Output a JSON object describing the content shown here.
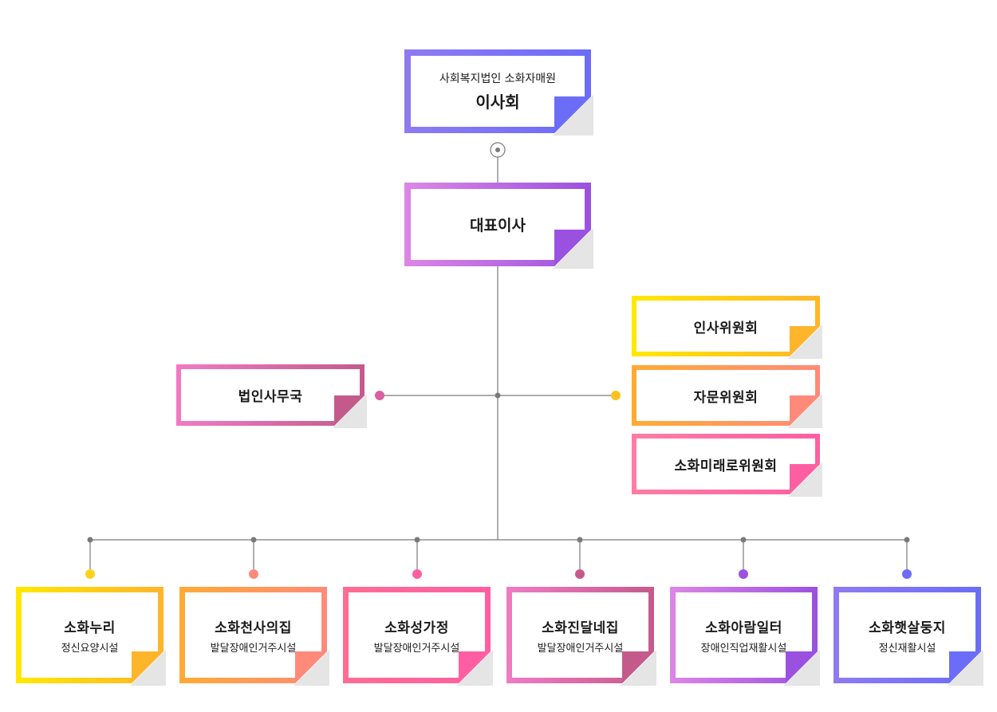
{
  "board": {
    "subtitle": "사회복지법인 소화자매원",
    "title": "이사회"
  },
  "ceo": {
    "title": "대표이사"
  },
  "office": {
    "title": "법인사무국"
  },
  "committees": [
    {
      "title": "인사위원회"
    },
    {
      "title": "자문위원회"
    },
    {
      "title": "소화미래로위원회"
    }
  ],
  "facilities": [
    {
      "name": "소화누리",
      "type": "정신요양시설"
    },
    {
      "name": "소화천사의집",
      "type": "발달장애인거주시설"
    },
    {
      "name": "소화성가정",
      "type": "발달장애인거주시설"
    },
    {
      "name": "소화진달네집",
      "type": "발달장애인거주시설"
    },
    {
      "name": "소화아람일터",
      "type": "장애인직업재활시설"
    },
    {
      "name": "소화햇살둥지",
      "type": "정신재활시설"
    }
  ],
  "colors": {
    "board": [
      "#8e7bf2",
      "#6b6cf8"
    ],
    "ceo": [
      "#dd86e6",
      "#9b51e0"
    ],
    "office": [
      "#f17ac1",
      "#c45a8c"
    ],
    "committees": [
      [
        "#ffe800",
        "#ffb52b"
      ],
      [
        "#ffab35",
        "#ff8a7a"
      ],
      [
        "#ff7ea4",
        "#ff5fa2"
      ]
    ],
    "facilities": [
      [
        "#ffe800",
        "#ffb52b"
      ],
      [
        "#ffab35",
        "#ff8a7a"
      ],
      [
        "#ff6c94",
        "#ff5fa2"
      ],
      [
        "#f07bc4",
        "#c45a8c"
      ],
      [
        "#dd86e6",
        "#9b51e0"
      ],
      [
        "#8e7bf2",
        "#6b6cf8"
      ]
    ],
    "line": "#7a7a7a"
  }
}
